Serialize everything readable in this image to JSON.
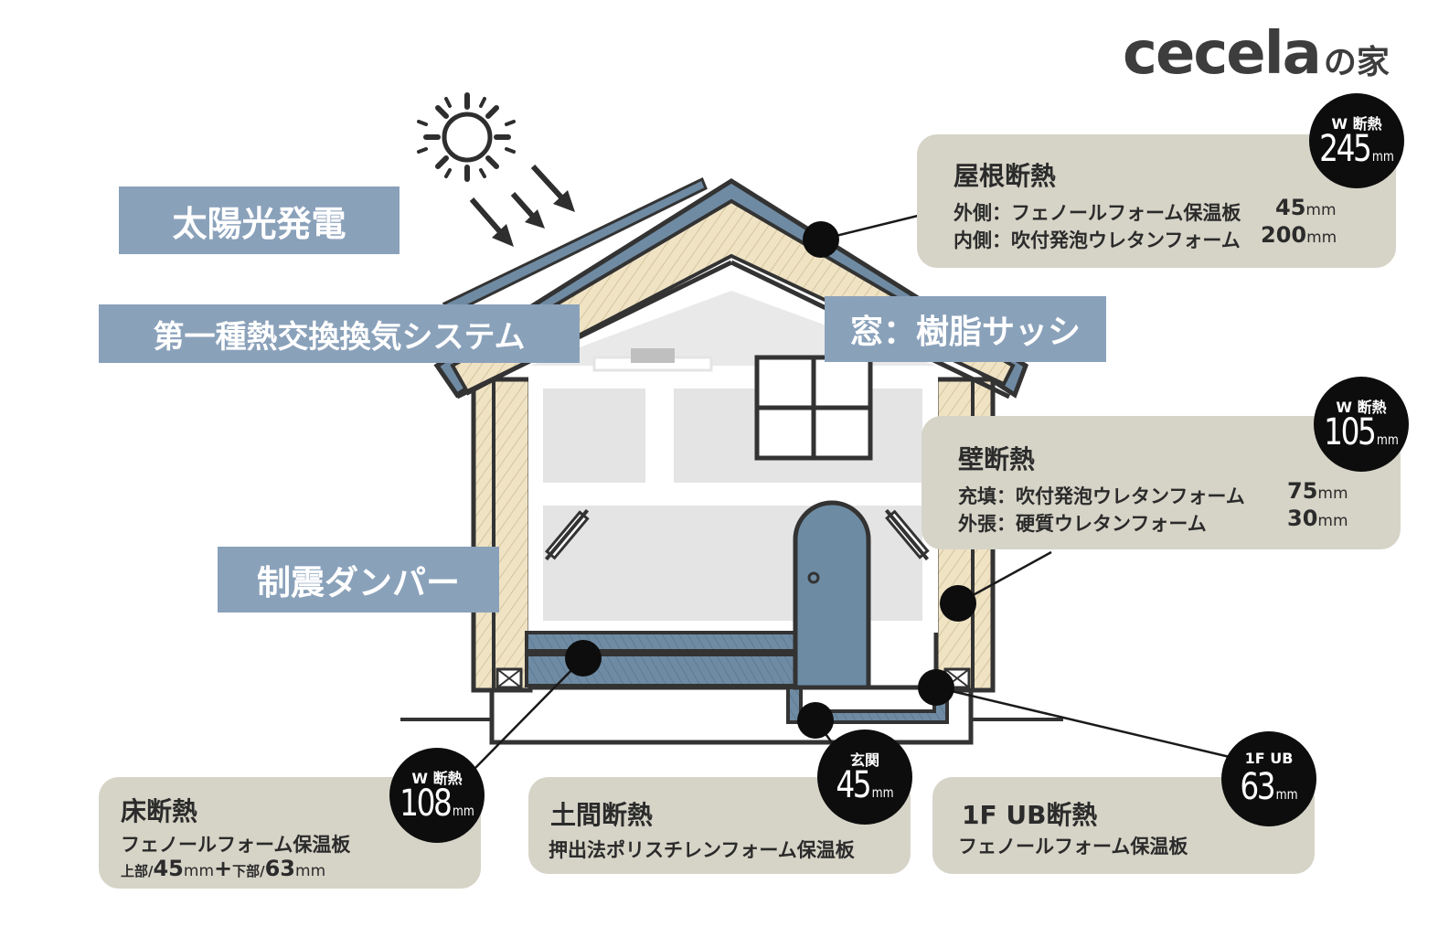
{
  "brand": {
    "logo_main": "cecela",
    "logo_sub": "の家"
  },
  "labels": {
    "solar": "太陽光発電",
    "ventilation": "第一種熱交換換気システム",
    "window": "窓：樹脂サッシ",
    "damper": "制震ダンパー"
  },
  "cards": {
    "roof": {
      "title": "屋根断熱",
      "line1_label": "外側：フェノールフォーム保温板",
      "line1_value": "45",
      "line2_label": "内側：吹付発泡ウレタンフォーム",
      "line2_value": "200",
      "unit": "mm",
      "badge_label": "W 断熱",
      "badge_value": "245",
      "badge_unit": "mm"
    },
    "wall": {
      "title": "壁断熱",
      "line1_label": "充填：吹付発泡ウレタンフォーム",
      "line1_value": "75",
      "line2_label": "外張：硬質ウレタンフォーム",
      "line2_value": "30",
      "unit": "mm",
      "badge_label": "W 断熱",
      "badge_value": "105",
      "badge_unit": "mm"
    },
    "floor": {
      "title": "床断熱",
      "line1": "フェノールフォーム保温板",
      "upper_label": "上部/",
      "upper_value": "45",
      "plus": "+",
      "lower_label": "下部/",
      "lower_value": "63",
      "unit": "mm",
      "badge_label": "W 断熱",
      "badge_value": "108",
      "badge_unit": "mm"
    },
    "doma": {
      "title": "土間断熱",
      "line1": "押出法ポリスチレンフォーム保温板",
      "badge_label": "玄関",
      "badge_value": "45",
      "badge_unit": "mm"
    },
    "ub": {
      "title": "1F UB断熱",
      "line1": "フェノールフォーム保温板",
      "badge_label": "1F UB",
      "badge_value": "63",
      "badge_unit": "mm"
    }
  },
  "colors": {
    "label_blue": "#8aa1ba",
    "card_beige": "#d6d4c7",
    "insulation_cream": "#efe3c4",
    "insulation_blue": "#6f8ba3",
    "door_blue": "#6d8ca4",
    "outline": "#333333"
  }
}
